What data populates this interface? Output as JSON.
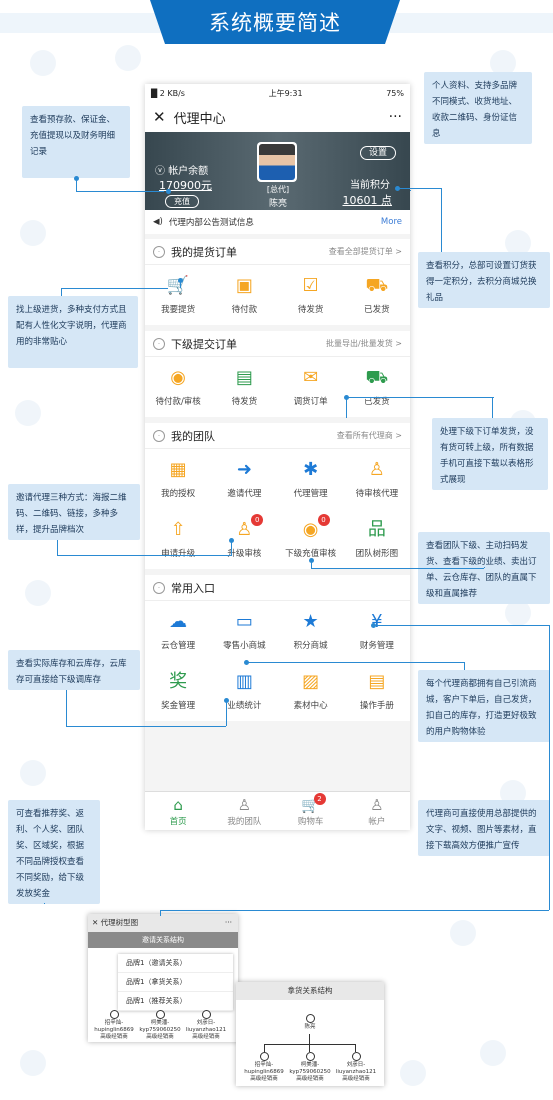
{
  "header": {
    "title": "系统概要简述"
  },
  "status": {
    "left": "█ 2 KB/s",
    "time": "上午9:31",
    "right": "75%"
  },
  "titlebar": {
    "close": "✕",
    "title": "代理中心",
    "more": "···"
  },
  "profile": {
    "balance_label": "帐户余额",
    "balance": "170900元",
    "recharge": "充值",
    "level": "[总代]",
    "name": "陈亮",
    "settings": "设置",
    "points_label": "当前积分",
    "points": "10601 点"
  },
  "notice": {
    "text": "代理内部公告测试信息",
    "more": "More"
  },
  "sections": [
    {
      "title": "我的提货订单",
      "link": "查看全部提货订单 >",
      "items": [
        {
          "icon": "🛒",
          "label": "我要提货",
          "color": "#f5a623"
        },
        {
          "icon": "▣",
          "label": "待付款",
          "color": "#f5a623"
        },
        {
          "icon": "☑",
          "label": "待发货",
          "color": "#f5a623"
        },
        {
          "icon": "⛟",
          "label": "已发货",
          "color": "#f5a623"
        }
      ]
    },
    {
      "title": "下级提交订单",
      "link": "批量导出/批量发货 >",
      "items": [
        {
          "icon": "◉",
          "label": "待付款/审核",
          "color": "#f5a623"
        },
        {
          "icon": "▤",
          "label": "待发货",
          "color": "#2e9b4e"
        },
        {
          "icon": "✉",
          "label": "调货订单",
          "color": "#f5a623"
        },
        {
          "icon": "⛟",
          "label": "已发货",
          "color": "#2e9b4e"
        }
      ]
    },
    {
      "title": "我的团队",
      "link": "查看所有代理商 >",
      "items": [
        {
          "icon": "▦",
          "label": "我的授权",
          "color": "#f5a623"
        },
        {
          "icon": "➜",
          "label": "邀请代理",
          "color": "#1d7ad6"
        },
        {
          "icon": "✱",
          "label": "代理管理",
          "color": "#1d7ad6"
        },
        {
          "icon": "♙",
          "label": "待审核代理",
          "color": "#f5a623"
        },
        {
          "icon": "⇧",
          "label": "申请升级",
          "color": "#f5a623"
        },
        {
          "icon": "♙",
          "label": "升级审核",
          "badge": "0",
          "color": "#f5a623"
        },
        {
          "icon": "◉",
          "label": "下级充值审核",
          "badge": "0",
          "color": "#f5a623"
        },
        {
          "icon": "品",
          "label": "团队树形图",
          "color": "#2e9b4e"
        }
      ]
    },
    {
      "title": "常用入口",
      "link": "",
      "items": [
        {
          "icon": "☁",
          "label": "云仓管理",
          "color": "#1d7ad6"
        },
        {
          "icon": "▭",
          "label": "零售小商城",
          "color": "#1d7ad6"
        },
        {
          "icon": "★",
          "label": "积分商城",
          "color": "#1d7ad6"
        },
        {
          "icon": "¥",
          "label": "财务管理",
          "color": "#1d7ad6"
        },
        {
          "icon": "奖",
          "label": "奖金管理",
          "color": "#2e9b4e"
        },
        {
          "icon": "▥",
          "label": "业绩统计",
          "color": "#1d7ad6"
        },
        {
          "icon": "▨",
          "label": "素材中心",
          "color": "#f5a623"
        },
        {
          "icon": "▤",
          "label": "操作手册",
          "color": "#f5a623"
        }
      ]
    }
  ],
  "tabs": [
    {
      "icon": "⌂",
      "label": "首页",
      "active": true
    },
    {
      "icon": "♙",
      "label": "我的团队"
    },
    {
      "icon": "🛒",
      "label": "购物车",
      "badge": "2"
    },
    {
      "icon": "♙",
      "label": "帐户"
    }
  ],
  "callouts": [
    "查看预存款、保证金、充值提现以及财务明细记录",
    "个人资料、支持多品牌不同模式、收货地址、收款二维码、身份证信息",
    "查看积分，总部可设置订货获得一定积分，去积分商城兑换礼品",
    "找上级进货，多种支付方式且配有人性化文字说明，代理商用的非常贴心",
    "处理下级下订单发货，没有货可转上级，所有数据手机可直接下载以表格形式展现",
    "邀请代理三种方式：海报二维码、二维码、链接，多种多样，提升品牌档次",
    "查看团队下级、主动扫码发货、查看下级的业绩、卖出订单、云仓库存、团队的直属下级和直属推荐",
    "查看实际库存和云库存，云库存可直接给下级调库存",
    "每个代理商都拥有自己引流商城，客户下单后，自己发货，扣自己的库存，打造更好极致的用户购物体验",
    "可查看推荐奖、返利、个人奖、团队奖、区域奖，根据不同品牌授权查看不同奖励，给下级发放奖金",
    "代理商可直接使用总部提供的文字、视频、图片等素材，直接下载高效方便推广宣传"
  ],
  "tree": {
    "card1_title": "代理树型图",
    "card1_sub": "邀请关系结构",
    "card1_more": "···",
    "menu": [
      "品牌1（邀请关系）",
      "品牌1（拿货关系）",
      "品牌1（推荐关系）"
    ],
    "card2_title": "拿货关系结构",
    "root": "陈亮",
    "children": [
      {
        "name": "招辛灿-\nhupinglin6869\n高级经销商"
      },
      {
        "name": "柯美潘-\nkyp759060250\n高级经销商"
      },
      {
        "name": "刘彦日-\nliuyanzhao121\n高级经销商"
      }
    ],
    "c1_children": [
      {
        "name": "招辛灿-\nhupinglin6869\n高级经销商"
      },
      {
        "name": "柯美潘-\nkyp759060250\n高级经销商"
      },
      {
        "name": "刘彦日-\nliuyanzhao121\n高级经销商"
      }
    ]
  }
}
